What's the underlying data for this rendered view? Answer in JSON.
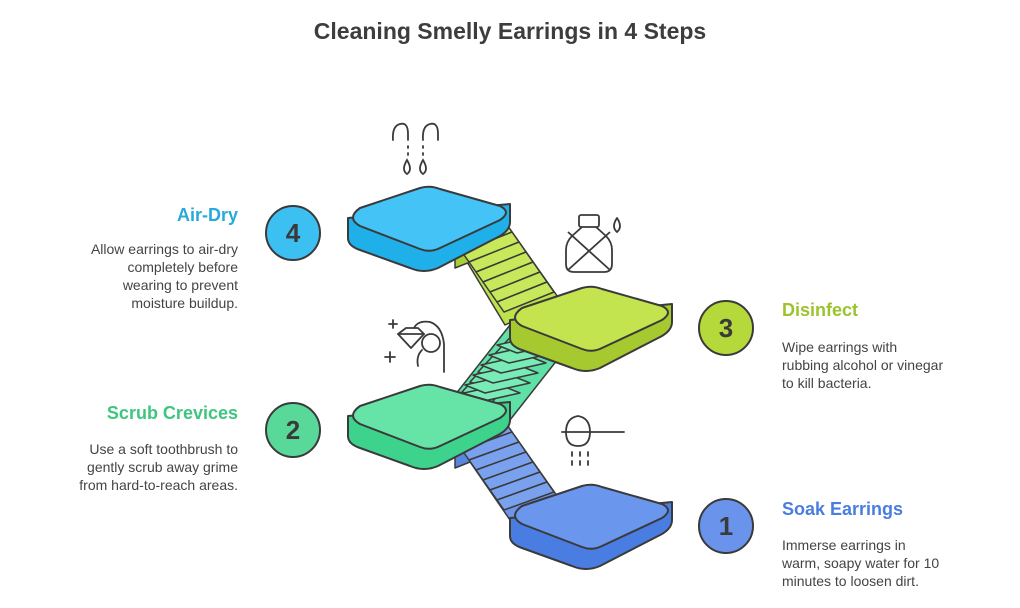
{
  "title": "Cleaning Smelly Earrings in 4 Steps",
  "colors": {
    "step1": "#5b8be8",
    "step2": "#52dc9a",
    "step3": "#b8dc3c",
    "step4": "#38bdf2",
    "outline": "#3a3a3a"
  },
  "steps": [
    {
      "number": "1",
      "title": "Soak Earrings",
      "description": "Immerse earrings in\nwarm, soapy water for 10\nminutes to loosen dirt.",
      "icon": "soaking-shower-icon",
      "color": "#4a7de0"
    },
    {
      "number": "2",
      "title": "Scrub Crevices",
      "description": "Use a soft toothbrush to\ngently scrub away grime\nfrom hard-to-reach areas.",
      "icon": "hand-with-gem-ring-icon",
      "color": "#3ec57e"
    },
    {
      "number": "3",
      "title": "Disinfect",
      "description": "Wipe earrings with\nrubbing alcohol or vinegar\nto kill bacteria.",
      "icon": "crossed-bottle-icon",
      "color": "#9cc42a"
    },
    {
      "number": "4",
      "title": "Air-Dry",
      "description": "Allow earrings to air-dry\ncompletely before\nwearing to prevent\nmoisture buildup.",
      "icon": "dripping-drops-icon",
      "color": "#27a9dc"
    }
  ]
}
